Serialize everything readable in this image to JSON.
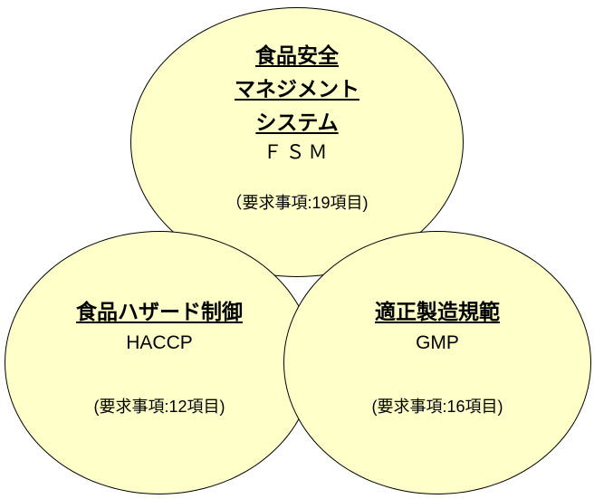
{
  "colors": {
    "background": "#ffffff",
    "circle_fill": "#ffffc9",
    "circle_border": "#000000",
    "text": "#000000"
  },
  "circles": {
    "fsm": {
      "title_lines": [
        "食品安全",
        "マネジメント",
        "システム"
      ],
      "abbr": "ＦＳＭ",
      "requirements": "（要求事項:19項目)"
    },
    "haccp": {
      "title": "食品ハザード制御",
      "abbr": "HACCP",
      "requirements": "(要求事項:12項目)"
    },
    "gmp": {
      "title": "適正製造規範",
      "abbr": "GMP",
      "requirements": "(要求事項:16項目)"
    }
  }
}
